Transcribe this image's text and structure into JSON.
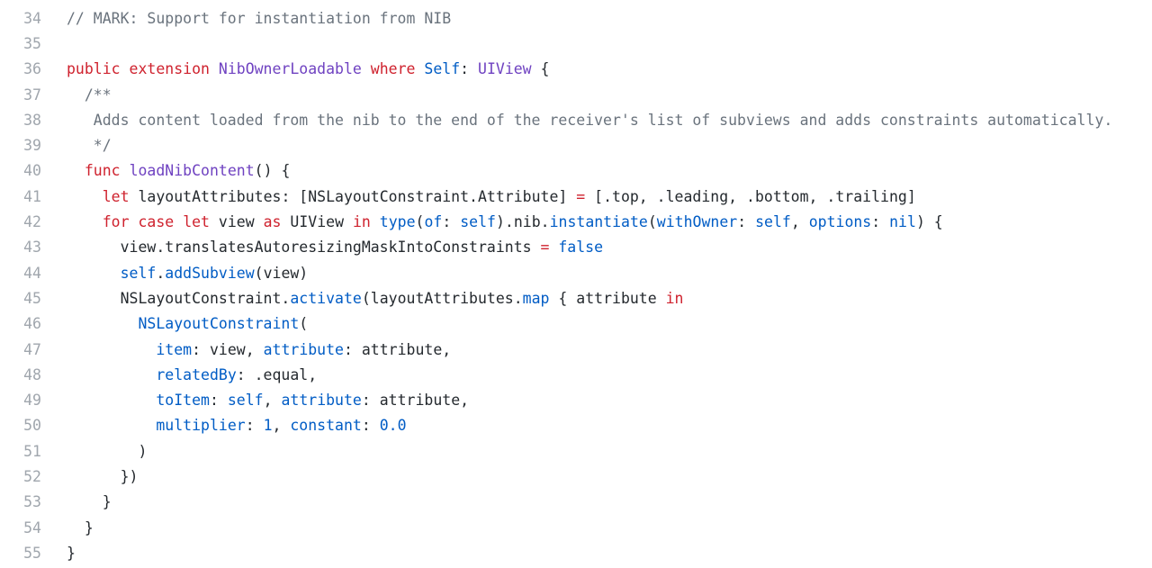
{
  "editor": {
    "language": "Swift",
    "colors": {
      "plain": "#24292e",
      "keyword": "#cf222e",
      "type": "#6f42c1",
      "function": "#005cc5",
      "comment": "#6a737d",
      "number": "#005cc5",
      "line_number": "#a0a6ad"
    },
    "lines": [
      {
        "num": "34",
        "tokens": [
          {
            "t": "comment",
            "v": "// MARK: Support for instantiation from NIB"
          }
        ]
      },
      {
        "num": "35",
        "tokens": []
      },
      {
        "num": "36",
        "tokens": [
          {
            "t": "kw",
            "v": "public"
          },
          {
            "t": "plain",
            "v": " "
          },
          {
            "t": "kw",
            "v": "extension"
          },
          {
            "t": "plain",
            "v": " "
          },
          {
            "t": "type",
            "v": "NibOwnerLoadable"
          },
          {
            "t": "plain",
            "v": " "
          },
          {
            "t": "kw",
            "v": "where"
          },
          {
            "t": "plain",
            "v": " "
          },
          {
            "t": "fn",
            "v": "Self"
          },
          {
            "t": "plain",
            "v": ": "
          },
          {
            "t": "type",
            "v": "UIView"
          },
          {
            "t": "plain",
            "v": " {"
          }
        ]
      },
      {
        "num": "37",
        "tokens": [
          {
            "t": "comment",
            "v": "  /**"
          }
        ]
      },
      {
        "num": "38",
        "tokens": [
          {
            "t": "comment",
            "v": "   Adds content loaded from the nib to the end of the receiver's list of subviews and adds constraints automatically."
          }
        ]
      },
      {
        "num": "39",
        "tokens": [
          {
            "t": "comment",
            "v": "   */"
          }
        ]
      },
      {
        "num": "40",
        "tokens": [
          {
            "t": "plain",
            "v": "  "
          },
          {
            "t": "kw",
            "v": "func"
          },
          {
            "t": "plain",
            "v": " "
          },
          {
            "t": "type",
            "v": "loadNibContent"
          },
          {
            "t": "plain",
            "v": "() {"
          }
        ]
      },
      {
        "num": "41",
        "tokens": [
          {
            "t": "plain",
            "v": "    "
          },
          {
            "t": "kw",
            "v": "let"
          },
          {
            "t": "plain",
            "v": " layoutAttributes: [NSLayoutConstraint.Attribute] "
          },
          {
            "t": "kw",
            "v": "="
          },
          {
            "t": "plain",
            "v": " [.top, .leading, .bottom, .trailing]"
          }
        ]
      },
      {
        "num": "42",
        "tokens": [
          {
            "t": "plain",
            "v": "    "
          },
          {
            "t": "kw",
            "v": "for"
          },
          {
            "t": "plain",
            "v": " "
          },
          {
            "t": "kw",
            "v": "case"
          },
          {
            "t": "plain",
            "v": " "
          },
          {
            "t": "kw",
            "v": "let"
          },
          {
            "t": "plain",
            "v": " view "
          },
          {
            "t": "kw",
            "v": "as"
          },
          {
            "t": "plain",
            "v": " UIView "
          },
          {
            "t": "kw",
            "v": "in"
          },
          {
            "t": "plain",
            "v": " "
          },
          {
            "t": "fn",
            "v": "type"
          },
          {
            "t": "plain",
            "v": "("
          },
          {
            "t": "fn",
            "v": "of"
          },
          {
            "t": "plain",
            "v": ": "
          },
          {
            "t": "fn",
            "v": "self"
          },
          {
            "t": "plain",
            "v": ").nib."
          },
          {
            "t": "fn",
            "v": "instantiate"
          },
          {
            "t": "plain",
            "v": "("
          },
          {
            "t": "fn",
            "v": "withOwner"
          },
          {
            "t": "plain",
            "v": ": "
          },
          {
            "t": "fn",
            "v": "self"
          },
          {
            "t": "plain",
            "v": ", "
          },
          {
            "t": "fn",
            "v": "options"
          },
          {
            "t": "plain",
            "v": ": "
          },
          {
            "t": "fn",
            "v": "nil"
          },
          {
            "t": "plain",
            "v": ") {"
          }
        ]
      },
      {
        "num": "43",
        "tokens": [
          {
            "t": "plain",
            "v": "      view.translatesAutoresizingMaskIntoConstraints "
          },
          {
            "t": "kw",
            "v": "="
          },
          {
            "t": "plain",
            "v": " "
          },
          {
            "t": "fn",
            "v": "false"
          }
        ]
      },
      {
        "num": "44",
        "tokens": [
          {
            "t": "plain",
            "v": "      "
          },
          {
            "t": "fn",
            "v": "self"
          },
          {
            "t": "plain",
            "v": "."
          },
          {
            "t": "fn",
            "v": "addSubview"
          },
          {
            "t": "plain",
            "v": "(view)"
          }
        ]
      },
      {
        "num": "45",
        "tokens": [
          {
            "t": "plain",
            "v": "      NSLayoutConstraint."
          },
          {
            "t": "fn",
            "v": "activate"
          },
          {
            "t": "plain",
            "v": "(layoutAttributes."
          },
          {
            "t": "fn",
            "v": "map"
          },
          {
            "t": "plain",
            "v": " { attribute "
          },
          {
            "t": "kw",
            "v": "in"
          }
        ]
      },
      {
        "num": "46",
        "tokens": [
          {
            "t": "plain",
            "v": "        "
          },
          {
            "t": "fn",
            "v": "NSLayoutConstraint"
          },
          {
            "t": "plain",
            "v": "("
          }
        ]
      },
      {
        "num": "47",
        "tokens": [
          {
            "t": "plain",
            "v": "          "
          },
          {
            "t": "fn",
            "v": "item"
          },
          {
            "t": "plain",
            "v": ": view, "
          },
          {
            "t": "fn",
            "v": "attribute"
          },
          {
            "t": "plain",
            "v": ": attribute,"
          }
        ]
      },
      {
        "num": "48",
        "tokens": [
          {
            "t": "plain",
            "v": "          "
          },
          {
            "t": "fn",
            "v": "relatedBy"
          },
          {
            "t": "plain",
            "v": ": .equal,"
          }
        ]
      },
      {
        "num": "49",
        "tokens": [
          {
            "t": "plain",
            "v": "          "
          },
          {
            "t": "fn",
            "v": "toItem"
          },
          {
            "t": "plain",
            "v": ": "
          },
          {
            "t": "fn",
            "v": "self"
          },
          {
            "t": "plain",
            "v": ", "
          },
          {
            "t": "fn",
            "v": "attribute"
          },
          {
            "t": "plain",
            "v": ": attribute,"
          }
        ]
      },
      {
        "num": "50",
        "tokens": [
          {
            "t": "plain",
            "v": "          "
          },
          {
            "t": "fn",
            "v": "multiplier"
          },
          {
            "t": "plain",
            "v": ": "
          },
          {
            "t": "fn",
            "v": "1"
          },
          {
            "t": "plain",
            "v": ", "
          },
          {
            "t": "fn",
            "v": "constant"
          },
          {
            "t": "plain",
            "v": ": "
          },
          {
            "t": "fn",
            "v": "0.0"
          }
        ]
      },
      {
        "num": "51",
        "tokens": [
          {
            "t": "plain",
            "v": "        )"
          }
        ]
      },
      {
        "num": "52",
        "tokens": [
          {
            "t": "plain",
            "v": "      })"
          }
        ]
      },
      {
        "num": "53",
        "tokens": [
          {
            "t": "plain",
            "v": "    }"
          }
        ]
      },
      {
        "num": "54",
        "tokens": [
          {
            "t": "plain",
            "v": "  }"
          }
        ]
      },
      {
        "num": "55",
        "tokens": [
          {
            "t": "plain",
            "v": "}"
          }
        ]
      }
    ]
  }
}
